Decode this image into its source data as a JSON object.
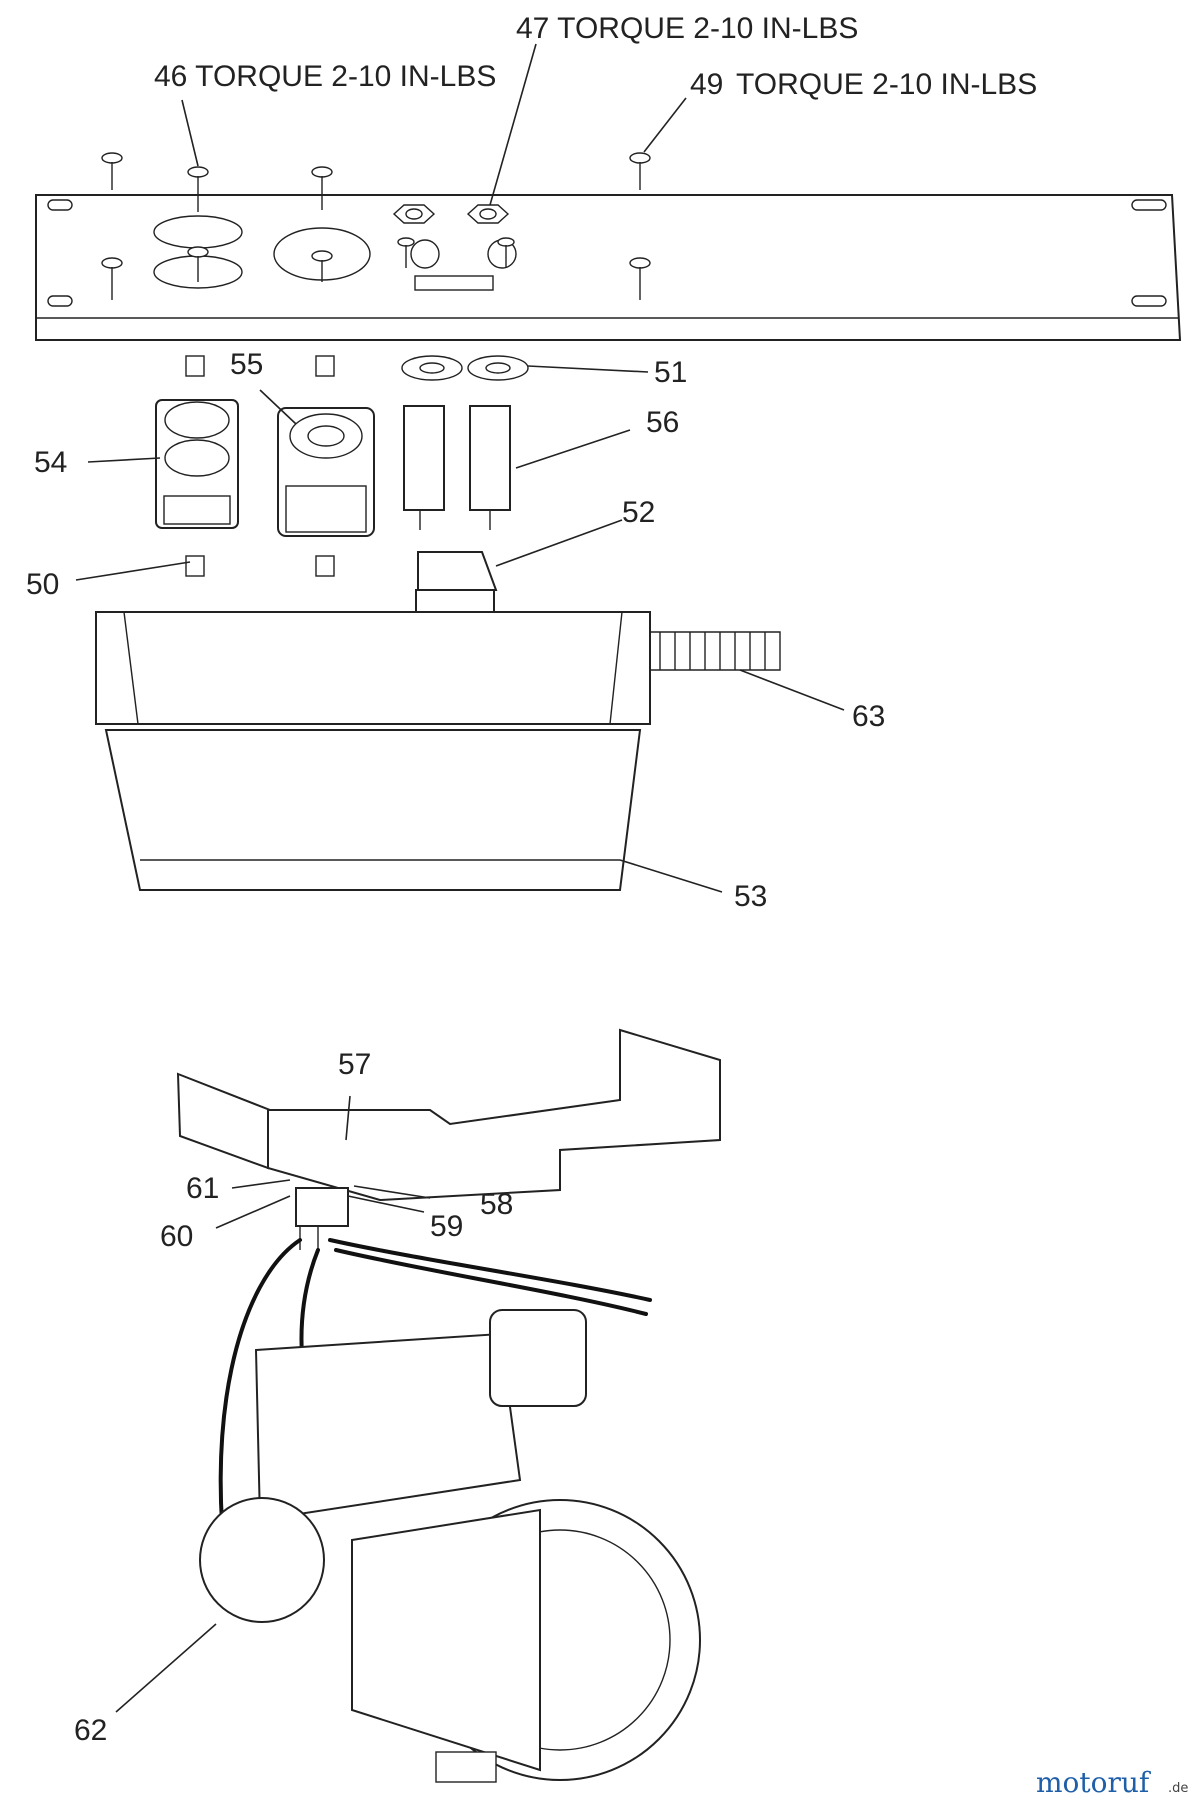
{
  "callouts": {
    "c46": "46 TORQUE 2-10 IN-LBS",
    "c47": "47 TORQUE 2-10 IN-LBS",
    "c49_num": "49",
    "c49_text": "TORQUE 2-10 IN-LBS",
    "c50": "50",
    "c51": "51",
    "c52": "52",
    "c53": "53",
    "c54": "54",
    "c55": "55",
    "c56": "56",
    "c57": "57",
    "c58": "58",
    "c59": "59",
    "c60": "60",
    "c61": "61",
    "c62": "62",
    "c63": "63"
  },
  "watermark": {
    "brand": "motoruf",
    "suffix": ".de"
  },
  "colors": {
    "ink": "#222222",
    "brand_blue": "#1f5fa8",
    "brand_orange": "#e07b1a",
    "brand_green": "#3a9a3a"
  }
}
